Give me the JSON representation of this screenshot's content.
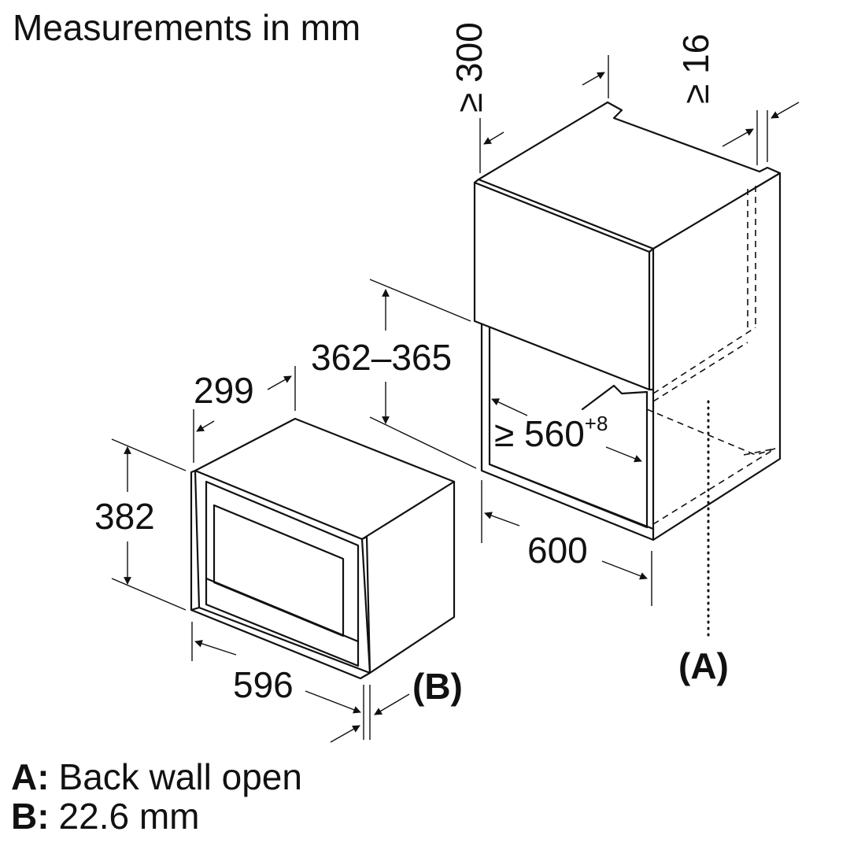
{
  "title": "Measurements in mm",
  "dimensions": {
    "cabinet_depth": "≥ 300",
    "wall_gap": "≥ 16",
    "niche_height": "362–365",
    "niche_width_base": "≥ 560",
    "niche_width_tolerance": "+8",
    "cabinet_width": "600",
    "appliance_depth": "299",
    "appliance_height": "382",
    "appliance_width": "596"
  },
  "markers": {
    "a": "(A)",
    "b": "(B)"
  },
  "legend": [
    {
      "key": "A:",
      "text": "Back wall open"
    },
    {
      "key": "B:",
      "text": "22.6 mm"
    }
  ]
}
